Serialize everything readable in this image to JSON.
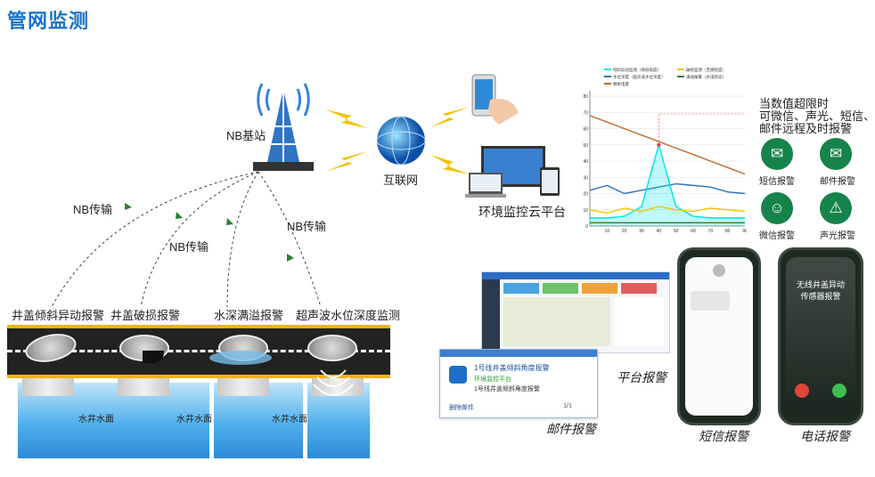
{
  "title": "管网监测",
  "tower_label": "NB基站",
  "internet_label": "互联网",
  "cloud_label": "环境监控云平台",
  "transmission_labels": [
    "NB传输",
    "NB传输",
    "NB传输"
  ],
  "sensors": [
    "井盖倾斜异动报警",
    "井盖破损报警",
    "水深满溢报警",
    "超声波水位深度监测"
  ],
  "well_water_label": "水井水面",
  "threshold_text": [
    "当数值超限时",
    "可微信、声光、短信、",
    "邮件远程及时报警"
  ],
  "alarm_methods": {
    "sms": "短信报警",
    "email": "邮件报警",
    "wechat": "微信报警",
    "light": "声光报警"
  },
  "alarm_channels": {
    "platform": "平台报警",
    "email": "邮件报警",
    "sms": "短信报警",
    "phone": "电话报警"
  },
  "phone_call": {
    "title_line1": "无线井盖异动",
    "title_line2": "传感器报警"
  },
  "mail_popup": {
    "title": "1号线井盖倾斜角度报警",
    "sender": "环境监控平台",
    "body": "1号线井盖倾斜角度报警",
    "delete": "删除邮件",
    "pager": "1/1"
  },
  "colors": {
    "title": "#1a73c8",
    "alarm_green": "#16834a",
    "road_line": "#f2b400"
  },
  "chart_data": {
    "type": "line",
    "legend": [
      {
        "name": "倾斜异动监测（倾斜角度）",
        "color": "#00e5e5"
      },
      {
        "name": "破损监测（无感轻度）",
        "color": "#f3c400"
      },
      {
        "name": "水位深度（超声波水位深度）",
        "color": "#2f6fb8"
      },
      {
        "name": "满溢报警（水浸状态）",
        "color": "#2e7d32"
      },
      {
        "name": "剩余电量",
        "color": "#c0692c"
      }
    ],
    "x": [
      0,
      10,
      20,
      30,
      40,
      50,
      60,
      70,
      80,
      90
    ],
    "xticks": [
      10,
      20,
      30,
      40,
      50,
      60,
      70,
      80,
      90
    ],
    "yticks": [
      0,
      10,
      20,
      30,
      40,
      50,
      60,
      70,
      80
    ],
    "ylim": [
      0,
      80
    ],
    "xlim": [
      0,
      90
    ],
    "series": [
      {
        "name": "剩余电量",
        "color": "#c0692c",
        "values": [
          68,
          64,
          60,
          56,
          52,
          48,
          44,
          40,
          36,
          32
        ]
      },
      {
        "name": "水位深度（超声波水位深度）",
        "color": "#2f6fb8",
        "values": [
          22,
          25,
          20,
          22,
          24,
          26,
          25,
          24,
          21,
          20
        ]
      },
      {
        "name": "倾斜异动监测（倾斜角度）",
        "color": "#00e5e5",
        "values": [
          5,
          5,
          6,
          12,
          50,
          12,
          6,
          5,
          5,
          5
        ]
      },
      {
        "name": "破损监测（无感轻度）",
        "color": "#f3c400",
        "values": [
          10,
          8,
          11,
          9,
          12,
          10,
          9,
          11,
          10,
          9
        ]
      },
      {
        "name": "满溢报警（水浸状态）",
        "color": "#2e7d32",
        "values": [
          2,
          2,
          2,
          2,
          2,
          2,
          2,
          2,
          2,
          2
        ]
      }
    ]
  }
}
